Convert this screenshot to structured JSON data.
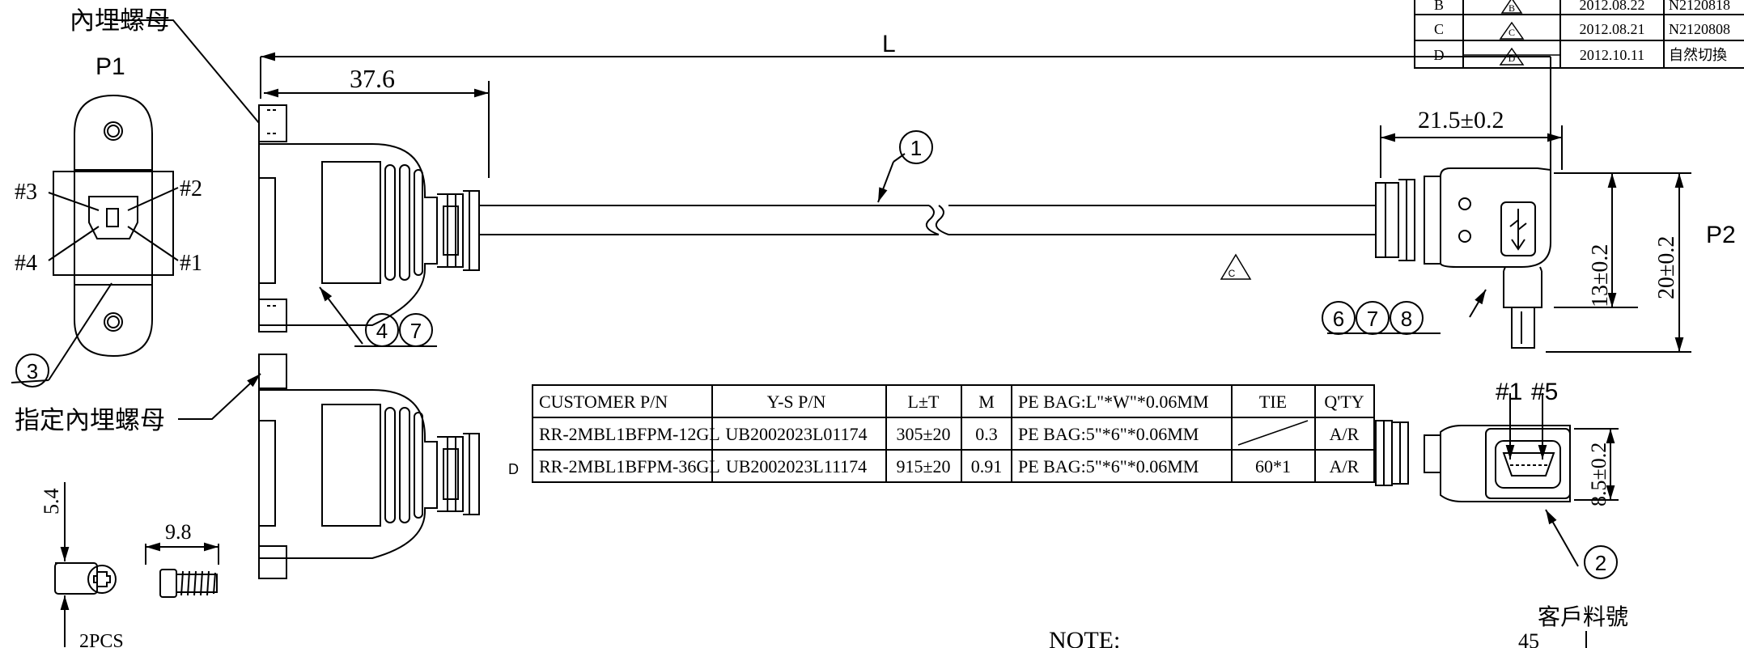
{
  "labels": {
    "embedded_nut": "內埋螺母",
    "p1": "P1",
    "p2": "P2",
    "length_L": "L",
    "dim_37_6": "37.6",
    "dim_21_5": "21.5±0.2",
    "dim_13": "13±0.2",
    "dim_20": "20±0.2",
    "dim_8_5": "8.5±0.2",
    "dim_5_4": "5.4",
    "dim_9_8": "9.8",
    "two_pcs": "2PCS",
    "designated_nut": "指定內埋螺母",
    "note": "NOTE:",
    "customer_part_no": "客戶料號",
    "num_45": "45",
    "pin3": "#3",
    "pin2": "#2",
    "pin4": "#4",
    "pin1": "#1",
    "pin1_p2": "#1",
    "pin5_p2": "#5",
    "balloon1": "1",
    "balloon2": "2",
    "balloon3": "3",
    "balloon4": "4",
    "balloon7": "7",
    "balloon6": "6",
    "balloon7b": "7",
    "balloon8": "8",
    "rev_mark_c": "C",
    "row_marker_d": "D"
  },
  "revision_table": {
    "rows": [
      {
        "rev": "B",
        "mark": "B",
        "date": "2012.08.22",
        "ecn": "N2120818"
      },
      {
        "rev": "C",
        "mark": "C",
        "date": "2012.08.21",
        "ecn": "N2120808"
      },
      {
        "rev": "D",
        "mark": "D",
        "date": "2012.10.11",
        "ecn": "自然切換"
      }
    ]
  },
  "parts_table": {
    "headers": [
      "CUSTOMER P/N",
      "Y-S P/N",
      "L±T",
      "M",
      "PE BAG:L\"*W\"*0.06MM",
      "TIE",
      "Q'TY"
    ],
    "rows": [
      [
        "RR-2MBL1BFPM-12GL",
        "UB2002023L01174",
        "305±20",
        "0.3",
        "PE BAG:5\"*6\"*0.06MM",
        "",
        "A/R"
      ],
      [
        "RR-2MBL1BFPM-36GL",
        "UB2002023L11174",
        "915±20",
        "0.91",
        "PE BAG:5\"*6\"*0.06MM",
        "60*1",
        "A/R"
      ]
    ]
  }
}
